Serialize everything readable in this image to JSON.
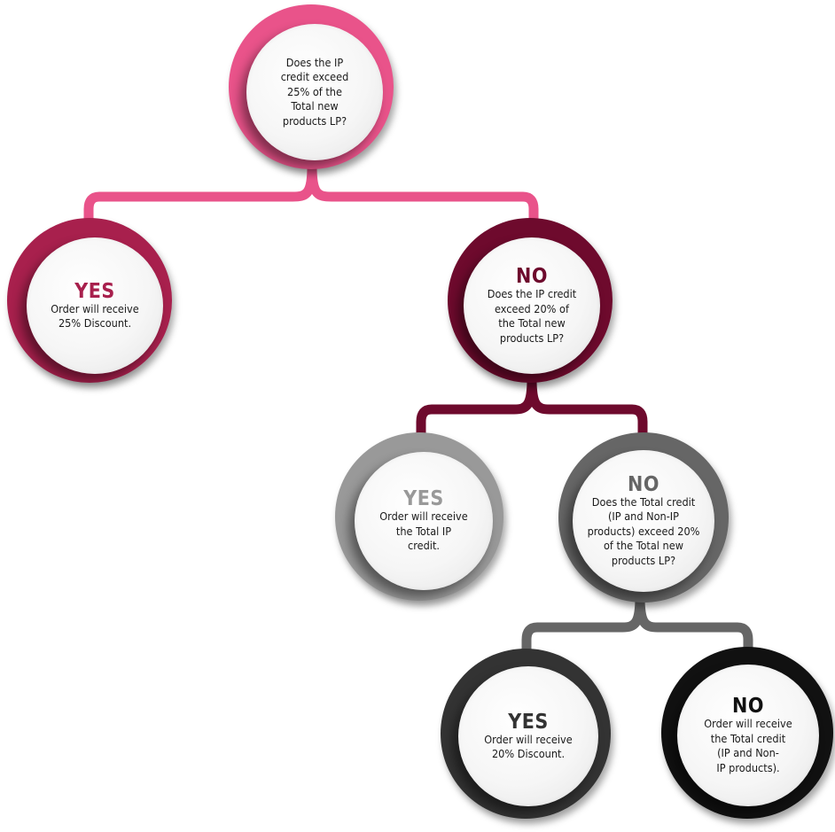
{
  "colors": {
    "pink": "#e9538a",
    "maroon_light": "#a8204d",
    "maroon_dark": "#6e0a2d",
    "gray_light": "#999999",
    "gray_mid": "#666666",
    "dark": "#333333",
    "black": "#111111"
  },
  "nodes": {
    "q1": {
      "lines": [
        "Does the IP",
        "credit exceed",
        "25% of the",
        "Total new",
        "products LP?"
      ]
    },
    "yes1": {
      "heading": "YES",
      "lines": [
        "Order will receive",
        "25% Discount."
      ]
    },
    "no1": {
      "heading": "NO",
      "lines": [
        "Does the IP credit",
        "exceed 20% of",
        "the Total new",
        "products LP?"
      ]
    },
    "yes2": {
      "heading": "YES",
      "lines": [
        "Order will receive",
        "the Total IP",
        "credit."
      ]
    },
    "no2": {
      "heading": "NO",
      "lines": [
        "Does the Total credit",
        "(IP and Non-IP",
        "products) exceed 20%",
        "of the Total new",
        "products LP?"
      ]
    },
    "yes3": {
      "heading": "YES",
      "lines": [
        "Order will receive",
        "20% Discount."
      ]
    },
    "no3": {
      "heading": "NO",
      "lines": [
        "Order will receive",
        "the Total credit",
        "(IP and Non-",
        "IP products)."
      ]
    }
  }
}
